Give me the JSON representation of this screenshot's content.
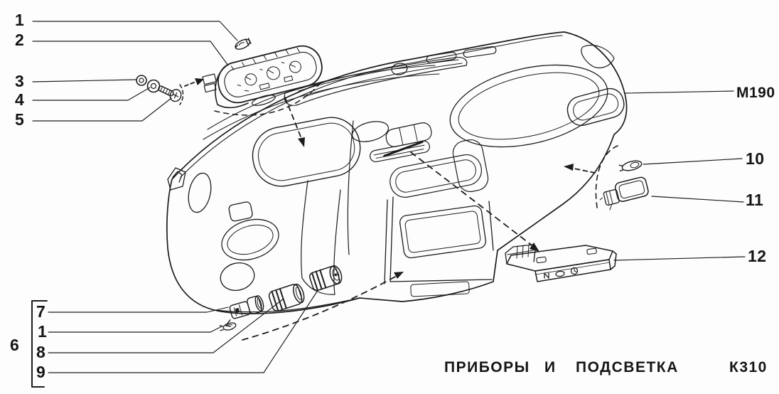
{
  "diagram": {
    "background": "#fdfdfd",
    "ink": "#1c1c1c",
    "caption": {
      "word1": "ПРИБОРЫ",
      "word2": "И",
      "word3": "ПОДСВЕТКА",
      "code": "К310"
    },
    "labels": {
      "n1": "1",
      "n2": "2",
      "n3": "3",
      "n4": "4",
      "n5": "5",
      "m190": "M190",
      "n10": "10",
      "n11": "11",
      "n12": "12",
      "n6": "6",
      "n7": "7",
      "n1b": "1",
      "n8": "8",
      "n9": "9"
    }
  }
}
